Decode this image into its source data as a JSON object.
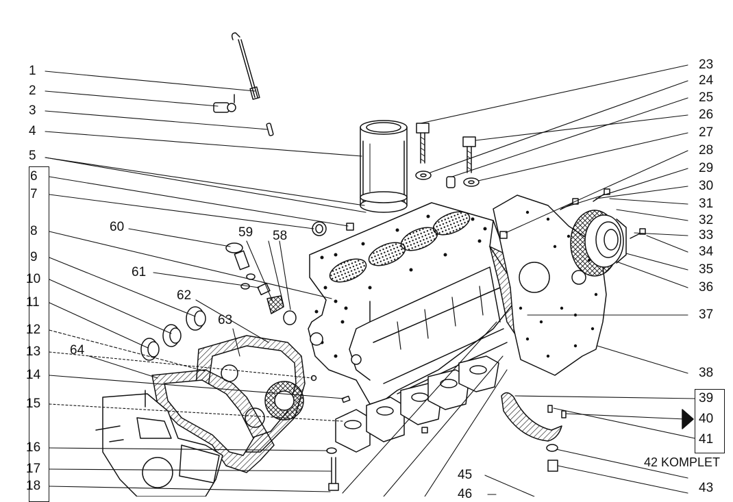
{
  "diagram": {
    "left_labels": [
      "1",
      "2",
      "3",
      "4",
      "5",
      "6",
      "7",
      "8",
      "9",
      "10",
      "11",
      "12",
      "13",
      "14",
      "15",
      "16",
      "17",
      "18"
    ],
    "inner_labels": [
      "60",
      "59",
      "58",
      "61",
      "62",
      "63",
      "64"
    ],
    "right_labels": [
      "23",
      "24",
      "25",
      "26",
      "27",
      "28",
      "29",
      "30",
      "31",
      "32",
      "33",
      "34",
      "35",
      "36",
      "37",
      "38",
      "39",
      "40",
      "41",
      "43"
    ],
    "bottom_labels": [
      "45",
      "46"
    ],
    "kit_label": "42 KOMPLET",
    "colors": {
      "ink": "#111111",
      "background": "#ffffff"
    }
  }
}
